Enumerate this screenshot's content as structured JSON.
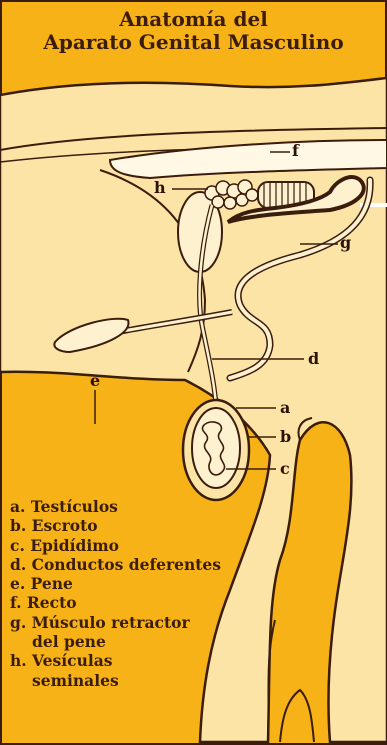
{
  "title": {
    "line1": "Anatomía del",
    "line2": "Aparato Genital Masculino"
  },
  "callouts": {
    "a": "a",
    "b": "b",
    "c": "c",
    "d": "d",
    "e": "e",
    "f": "f",
    "g": "g",
    "h": "h"
  },
  "legend": [
    {
      "text": "a. Testículos"
    },
    {
      "text": "b. Escroto"
    },
    {
      "text": "c. Epidídimo"
    },
    {
      "text": "d. Conductos deferentes"
    },
    {
      "text": "e. Pene"
    },
    {
      "text": "f. Recto"
    },
    {
      "text": "g. Músculo retractor"
    },
    {
      "text": "del pene",
      "continuation": true
    },
    {
      "text": "h. Vesículas"
    },
    {
      "text": "seminales",
      "continuation": true
    }
  ],
  "colors": {
    "background": "#f6b217",
    "body_fill": "#fbe4a6",
    "outline": "#3b1d0e",
    "organ_fill": "#fdf1cf",
    "rectum_fill": "#fff8e4",
    "text": "#3b1d0e"
  }
}
